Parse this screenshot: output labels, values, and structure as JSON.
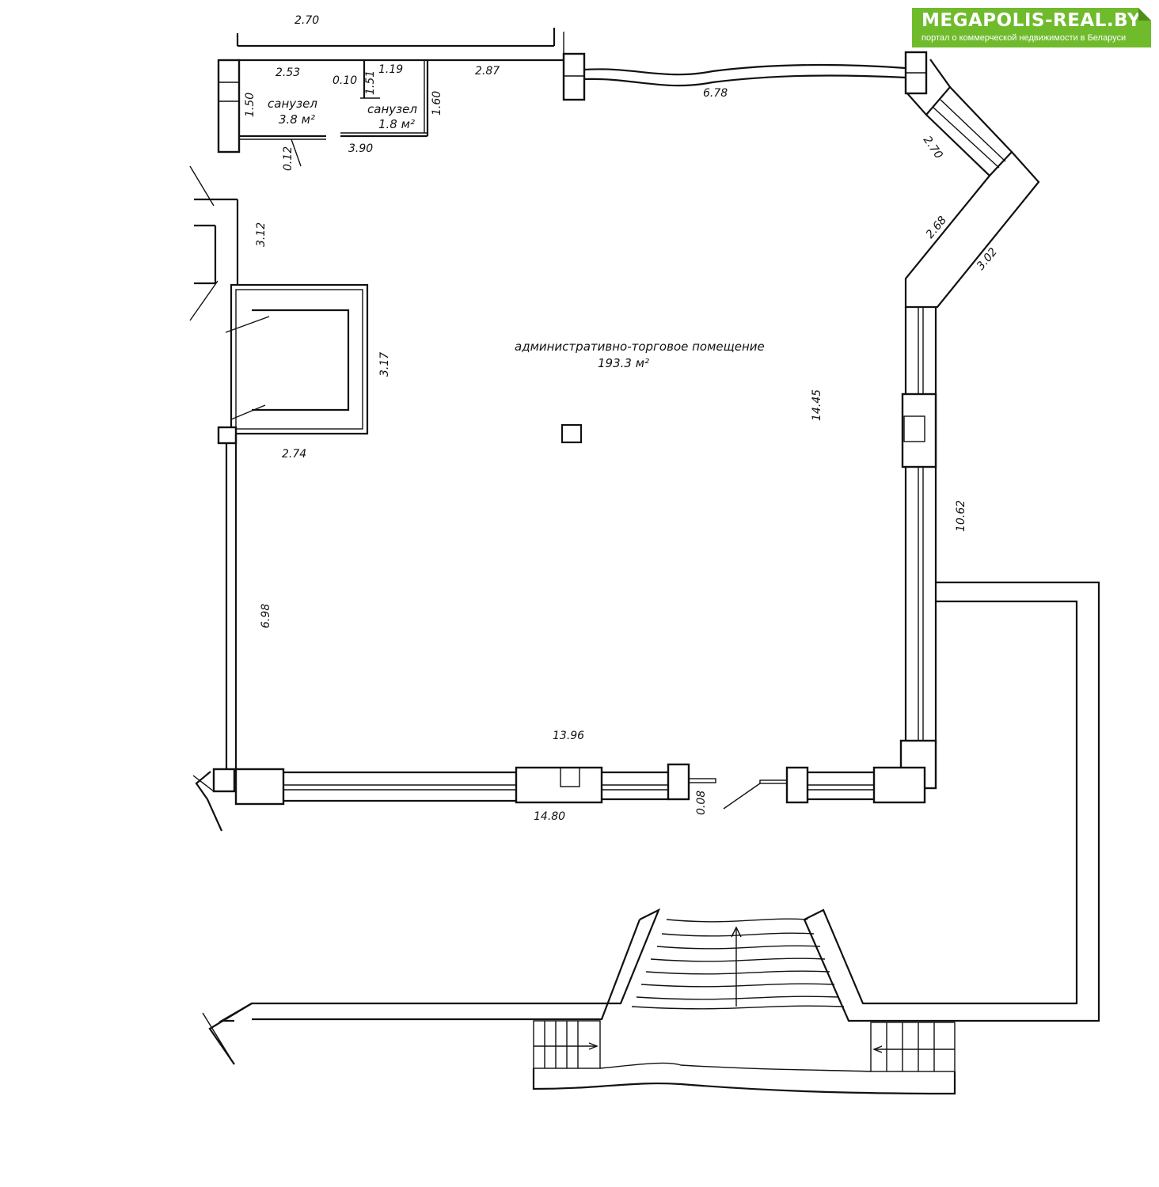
{
  "watermark": {
    "brand": "MEGAPOLIS-REAL.BY",
    "tagline": "портал о коммерческой недвижимости в Беларуси",
    "brand_color": "#6fbb2c"
  },
  "rooms": {
    "bath1_name": "санузел",
    "bath1_area": "3.8 м²",
    "bath2_name": "санузел",
    "bath2_area": "1.8 м²",
    "main_name": "административно-торговое помещение",
    "main_area": "193.3 м²"
  },
  "dimensions": {
    "d253": "2.53",
    "d010": "0.10",
    "d119": "1.19",
    "d151": "1.51",
    "d287": "2.87",
    "d678": "6.78",
    "d150": "1.50",
    "d160": "1.60",
    "d012": "0.12",
    "d390": "3.90",
    "d270_top": "2.70",
    "d268": "2.68",
    "d302": "3.02",
    "d312": "3.12",
    "d270_col": "2.70",
    "d317": "3.17",
    "d274": "2.74",
    "d1445": "14.45",
    "d1062": "10.62",
    "d698": "6.98",
    "d1396": "13.96",
    "d1480": "14.80",
    "d008": "0.08"
  }
}
